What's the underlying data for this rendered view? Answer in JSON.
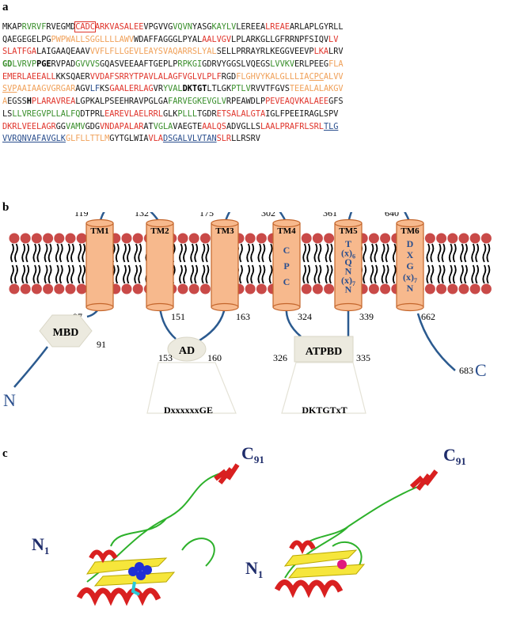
{
  "panels": {
    "a": "a",
    "b": "b",
    "c": "c"
  },
  "colors": {
    "black": "#1a1a1a",
    "green": "#3a8f2c",
    "red": "#e0352c",
    "orange": "#f0a15a",
    "blue": "#2b4f8e",
    "helix_fill": "#f7b98d",
    "lipid_head": "#c94a48",
    "domain_fill": "#eceadf",
    "loop": "#2b5a8f"
  },
  "sequence_lines": [
    [
      {
        "t": "MKAP",
        "c": "black"
      },
      {
        "t": "RVRVF",
        "c": "green"
      },
      {
        "t": "RVEGMD",
        "c": "black"
      },
      {
        "t": "CADC",
        "c": "red",
        "box": true
      },
      {
        "t": "ARKVASALEE",
        "c": "red"
      },
      {
        "t": "VPGVVG",
        "c": "black"
      },
      {
        "t": "VQVN",
        "c": "green"
      },
      {
        "t": "YASG",
        "c": "black"
      },
      {
        "t": "KAYLV",
        "c": "green"
      },
      {
        "t": "LEREEA",
        "c": "black"
      },
      {
        "t": "LREAE",
        "c": "red"
      },
      {
        "t": "ARLAPLGYRLL",
        "c": "black"
      }
    ],
    [
      {
        "t": "QAEGEGELPG",
        "c": "black"
      },
      {
        "t": "PWPWALLSGGLLLLAWV",
        "c": "orange"
      },
      {
        "t": "WDAFFAGGGLPYAL",
        "c": "black"
      },
      {
        "t": "AALVGV",
        "c": "red"
      },
      {
        "t": "LPLARKGLLGFRRNPFSIQV",
        "c": "black"
      },
      {
        "t": "LV",
        "c": "red"
      }
    ],
    [
      {
        "t": "SLATFGA",
        "c": "red"
      },
      {
        "t": "LAIGAAQEAAV",
        "c": "black"
      },
      {
        "t": "VVFLFLLGEVLEAYSVAQARRSLYAL",
        "c": "orange"
      },
      {
        "t": "SELLPRRAYRLKEGGVEEVP",
        "c": "black"
      },
      {
        "t": "LKA",
        "c": "red"
      },
      {
        "t": "LRV",
        "c": "black"
      }
    ],
    [
      {
        "t": "GD",
        "c": "green",
        "bold": true
      },
      {
        "t": "LVRVP",
        "c": "green"
      },
      {
        "t": "PGE",
        "c": "bold"
      },
      {
        "t": "RVPAD",
        "c": "black"
      },
      {
        "t": "GVVVS",
        "c": "green"
      },
      {
        "t": "GQASV",
        "c": "black"
      },
      {
        "t": "EEAAFTGEPLP",
        "c": "black"
      },
      {
        "t": "RPKGI",
        "c": "green"
      },
      {
        "t": "GDRVYGGSLVQEGS",
        "c": "black"
      },
      {
        "t": "LVVKV",
        "c": "green"
      },
      {
        "t": "ERLPEEG",
        "c": "black"
      },
      {
        "t": "FLA",
        "c": "orange"
      }
    ],
    [
      {
        "t": "EMERLAEEALL",
        "c": "red"
      },
      {
        "t": "KKSQAER",
        "c": "black"
      },
      {
        "t": "VVDAFSRRYTPAVLALAGFVGLVLPLF",
        "c": "red"
      },
      {
        "t": "RGD",
        "c": "black"
      },
      {
        "t": "FLGHVYKALGLLLIA",
        "c": "orange"
      },
      {
        "t": "CPC",
        "c": "orange",
        "u": true
      },
      {
        "t": "ALVV",
        "c": "orange"
      }
    ],
    [
      {
        "t": "SVP",
        "c": "orange",
        "u": true
      },
      {
        "t": "AAIAAGVGRGAR",
        "c": "orange"
      },
      {
        "t": "AGV",
        "c": "black"
      },
      {
        "t": "LF",
        "c": "blue"
      },
      {
        "t": "KS",
        "c": "black"
      },
      {
        "t": "GAALERLAG",
        "c": "red"
      },
      {
        "t": "VR",
        "c": "black"
      },
      {
        "t": "YVAL",
        "c": "green"
      },
      {
        "t": "DKTGT",
        "c": "bold"
      },
      {
        "t": "LTLGK",
        "c": "black"
      },
      {
        "t": "PTLV",
        "c": "green"
      },
      {
        "t": "RVVTFGVS",
        "c": "black"
      },
      {
        "t": "TEEALALAKGV",
        "c": "orange"
      }
    ],
    [
      {
        "t": "A",
        "c": "orange"
      },
      {
        "t": "EGSS",
        "c": "black"
      },
      {
        "t": "H",
        "c": "bold"
      },
      {
        "t": "PLARAVREA",
        "c": "red"
      },
      {
        "t": "LGPKALPSEEHRAVPGLGA",
        "c": "black"
      },
      {
        "t": "FARVEGKEVGLV",
        "c": "green"
      },
      {
        "t": "RPEAWDLP",
        "c": "black"
      },
      {
        "t": "PEVEAQVKALAEE",
        "c": "red"
      },
      {
        "t": "GFS",
        "c": "black"
      }
    ],
    [
      {
        "t": "LS",
        "c": "black"
      },
      {
        "t": "LLVREGVPLLALFQ",
        "c": "green"
      },
      {
        "t": "DTPRL",
        "c": "black"
      },
      {
        "t": "EAREVLAELRRL",
        "c": "red"
      },
      {
        "t": "GLK",
        "c": "black"
      },
      {
        "t": "PLLL",
        "c": "green"
      },
      {
        "t": "TGDR",
        "c": "black"
      },
      {
        "t": "ETSALALGTA",
        "c": "red"
      },
      {
        "t": "IGLFPEEIRAGLSPV",
        "c": "black"
      }
    ],
    [
      {
        "t": "DKRLVEELAGR",
        "c": "red"
      },
      {
        "t": "GG",
        "c": "black"
      },
      {
        "t": "VAMV",
        "c": "green"
      },
      {
        "t": "GDG",
        "c": "black"
      },
      {
        "t": "VNDAPALAR",
        "c": "red"
      },
      {
        "t": "AT",
        "c": "black"
      },
      {
        "t": "VGLA",
        "c": "green"
      },
      {
        "t": "VAEGTE",
        "c": "black"
      },
      {
        "t": "AALQS",
        "c": "red"
      },
      {
        "t": "ADVGLLS",
        "c": "black"
      },
      {
        "t": "LAALPRAFRLSRL",
        "c": "red"
      },
      {
        "t": "TLG",
        "c": "blue",
        "u": true
      }
    ],
    [
      {
        "t": "VVRQNVAFAVGLK",
        "c": "blue",
        "u": true
      },
      {
        "t": "GLFLLTTLM",
        "c": "orange"
      },
      {
        "t": "GYTGLWIA",
        "c": "black"
      },
      {
        "t": "VLA",
        "c": "red"
      },
      {
        "t": "DSGALVLVTAN",
        "c": "blue",
        "u": true
      },
      {
        "t": "SLR",
        "c": "red"
      },
      {
        "t": "LLRSRV",
        "c": "black"
      }
    ]
  ],
  "topology": {
    "helices": [
      {
        "label": "TM1",
        "start": "119",
        "end": "97",
        "inner": []
      },
      {
        "label": "TM2",
        "start": "132",
        "end": "151",
        "inner": []
      },
      {
        "label": "TM3",
        "start": "175",
        "end": "163",
        "inner": []
      },
      {
        "label": "TM4",
        "start": "302",
        "end": "324",
        "inner": [
          "C",
          "P",
          "C"
        ]
      },
      {
        "label": "TM5",
        "start": "361",
        "end": "339",
        "inner": [
          "T",
          "(x)",
          "6",
          "Q",
          "N",
          "(x)",
          "7",
          "N"
        ]
      },
      {
        "label": "TM6",
        "start": "640",
        "end": "662",
        "inner": [
          "D",
          "X",
          "G",
          "(x)",
          "7",
          "N"
        ]
      }
    ],
    "domains": {
      "mbd": {
        "label": "MBD",
        "num": "91"
      },
      "ad": {
        "label": "AD",
        "num_left": "153",
        "num_right": "160",
        "motif": "DxxxxxxGE"
      },
      "atpbd": {
        "label": "ATPBD",
        "num_left": "326",
        "num_right": "335",
        "motif": "DKTGTxT"
      }
    },
    "n_term": "N",
    "c_term": "C",
    "c_num": "683"
  },
  "structures": {
    "n_label": "N",
    "n_sub": "1",
    "c_label": "C",
    "c_sub": "91"
  }
}
